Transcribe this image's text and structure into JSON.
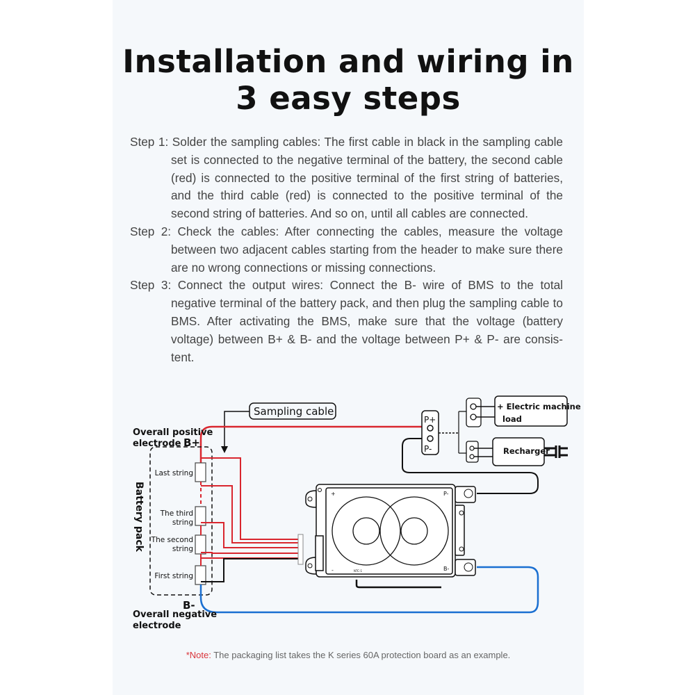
{
  "title": {
    "line1": "Installation and wiring in",
    "line2": "3 easy steps"
  },
  "steps": [
    "Step 1: Solder the sampling cables: The first cable in black in the sampling cable set is connected to the negative terminal of the battery, the second cable (red) is connected to the positive terminal of the first string of batteries, and the third cable (red) is connected to the positive terminal of the second string of batteries. And so on, until all cables are connected.",
    "Step 2: Check the cables: After connecting the cables, measure the voltage between two adjacent cables starting from the header to make sure there are no wrong connections or missing connections.",
    "Step 3: Connect the output wires: Connect the B- wire of BMS to the total negative terminal of the battery pack, and then plug the sampling cable to BMS. After activating the BMS, make sure that the voltage (battery voltage) between B+ & B- and the voltage between P+ & P- are consis-tent."
  ],
  "diagram": {
    "sampling_cable": "Sampling cable",
    "positive_label_1": "Overall positive",
    "positive_label_2": "electrode",
    "b_plus": "B+",
    "b_minus": "B-",
    "negative_label_1": "Overall negative",
    "negative_label_2": "electrode",
    "battery_pack": "Battery pack",
    "cells": {
      "last": "Last string",
      "third_1": "The third",
      "third_2": "string",
      "second_1": "The second",
      "second_2": "string",
      "first": "First string"
    },
    "p_plus": "P+",
    "p_minus": "P-",
    "board_p_minus": "P-",
    "board_b_minus": "B-",
    "board_plus": "+",
    "board_minus": "-",
    "ntc": "NTC-1",
    "load_1": "Electric machine",
    "load_2": "load",
    "recharger": "Recharger",
    "colors": {
      "positive": "#d9262e",
      "negative": "#1a6fd1",
      "wire": "#111111"
    }
  },
  "note": {
    "prefix": "*Note:",
    "text": " The packaging list takes the K series 60A protection board as an example."
  }
}
